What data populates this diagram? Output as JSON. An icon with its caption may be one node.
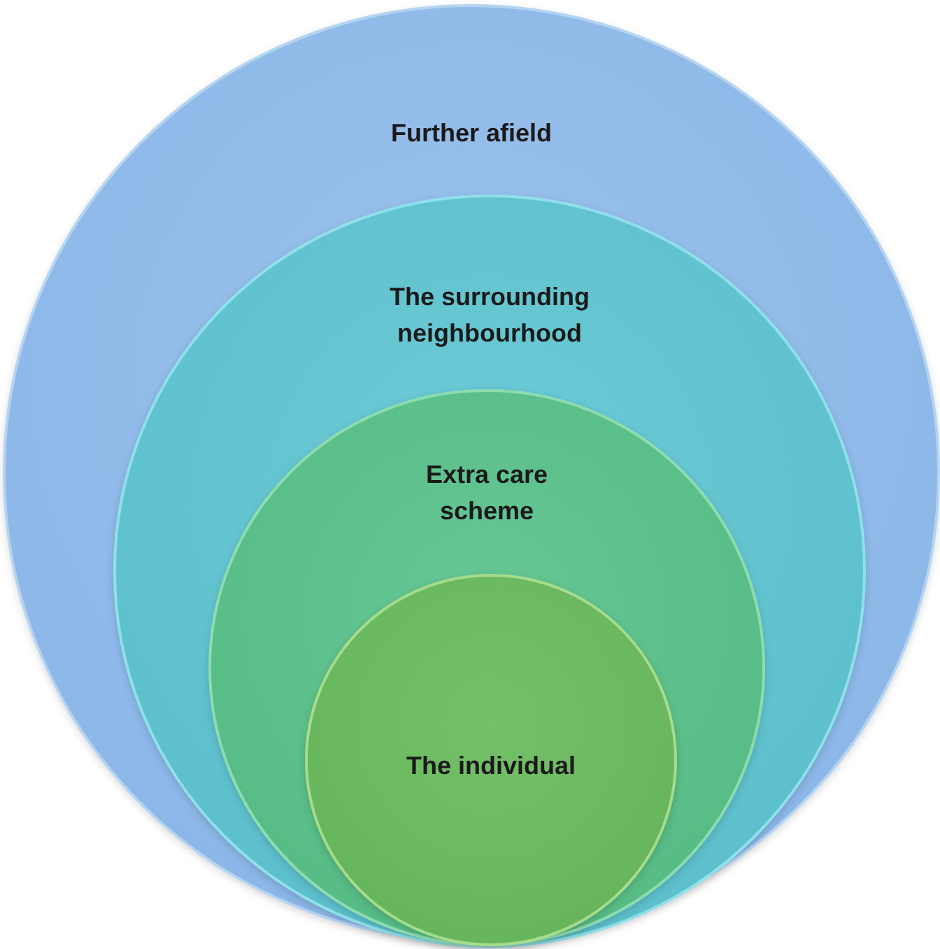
{
  "diagram": {
    "nodes": [
      {
        "text": [
          "Further afield"
        ]
      },
      {
        "text": [
          "The surrounding neighbourhood"
        ],
        "in": 0
      },
      {
        "text": [
          "Extra care scheme"
        ],
        "in": 1
      },
      {
        "text": [
          "The individual"
        ],
        "in": 2
      }
    ]
  }
}
